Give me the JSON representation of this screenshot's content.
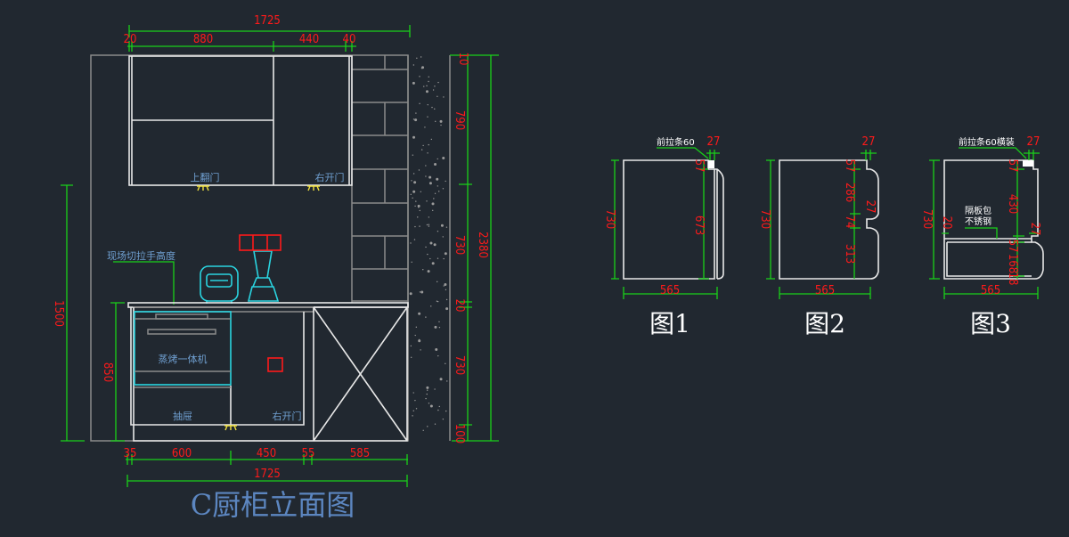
{
  "elevation": {
    "title": "C厨柜立面图",
    "top_dims": {
      "total": "1725",
      "segments": [
        "20",
        "880",
        "440",
        "40"
      ]
    },
    "bottom_dims": {
      "total": "1725",
      "segments": [
        "35",
        "600",
        "450",
        "55",
        "585"
      ]
    },
    "left_dims": {
      "height": "1500",
      "base": "850"
    },
    "right_dims": {
      "segments": [
        "10",
        "790",
        "730",
        "20",
        "730",
        "100"
      ],
      "total": "2380"
    },
    "labels": {
      "upper_flip_door": "上翻门",
      "upper_right_door": "右开门",
      "handle_note": "现场切拉手高度",
      "steam_oven": "蒸烤一体机",
      "drawer": "抽屉",
      "lower_right_door": "右开门"
    }
  },
  "figures": [
    {
      "label": "图1",
      "note": "前拉条60",
      "width": "565",
      "height": "730",
      "dims": [
        "27",
        "57",
        "673"
      ]
    },
    {
      "label": "图2",
      "width": "565",
      "height": "730",
      "dims": [
        "27",
        "57",
        "286",
        "27",
        "74",
        "313"
      ]
    },
    {
      "label": "图3",
      "note": "前拉条60横装",
      "note2a": "隔板包",
      "note2b": "不锈钢",
      "width": "565",
      "height": "730",
      "dims": [
        "27",
        "57",
        "430",
        "20",
        "27",
        "57",
        "168",
        "18"
      ]
    }
  ],
  "colors": {
    "background": "#212830",
    "dimension": "#19d019",
    "dimension_text": "#ff1a1a",
    "appliance": "#2ad4e0"
  }
}
